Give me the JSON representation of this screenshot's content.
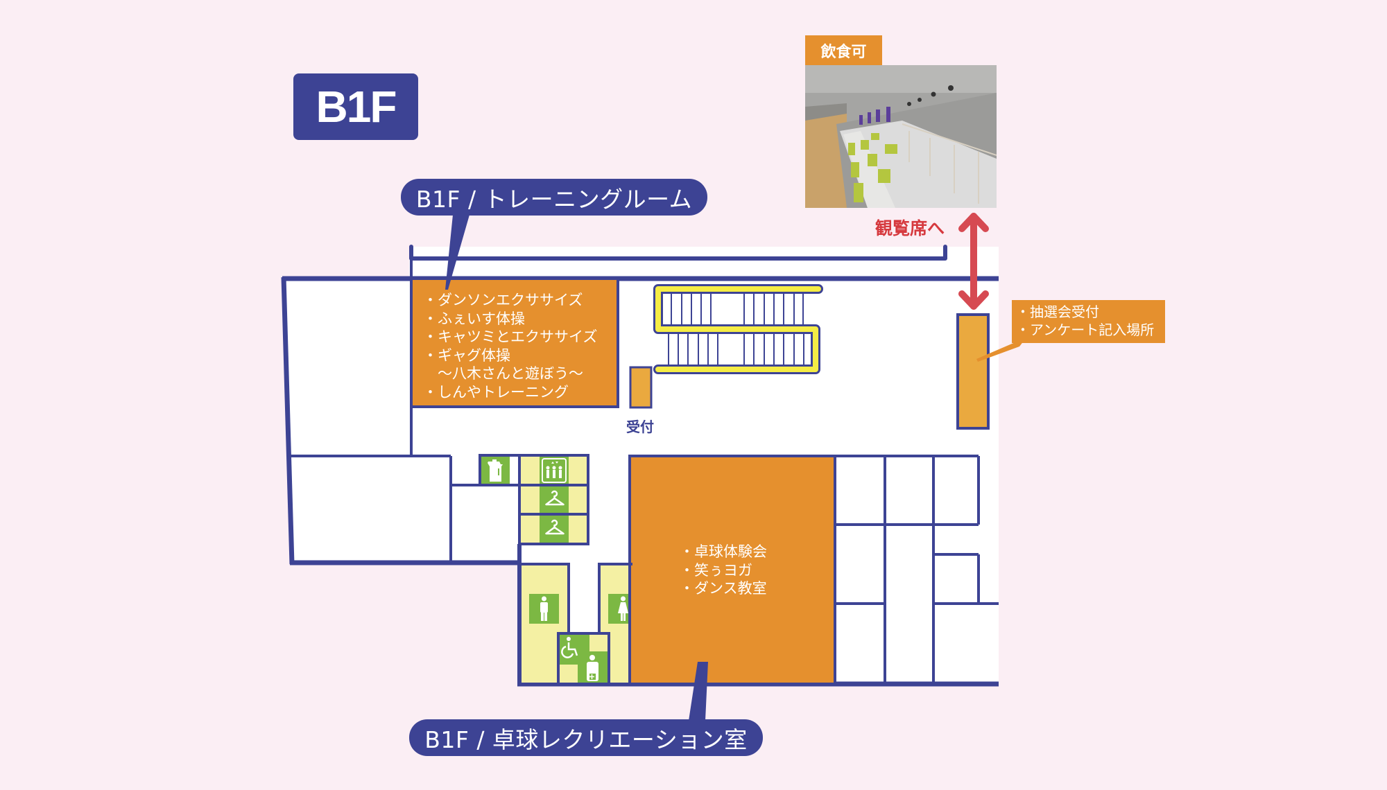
{
  "floor": {
    "badge": "B1F"
  },
  "labels": {
    "training_room": "B1F / トレーニングルーム",
    "pingpong_room": "B1F / 卓球レクリエーション室",
    "reception": "受付",
    "to_seats": "観覧席へ",
    "eating_allowed": "飲食可"
  },
  "training_room": {
    "items": [
      "・ダンソンエクササイズ",
      "・ふぇいす体操",
      "・キャツミとエクササイズ",
      "・ギャグ体操",
      "　〜八木さんと遊ぼう〜",
      "・しんやトレーニング"
    ]
  },
  "pingpong_room": {
    "items": [
      "・卓球体験会",
      "・笑ぅヨガ",
      "・ダンス教室"
    ]
  },
  "lottery_booth": {
    "items": [
      "・抽選会受付",
      "・アンケート記入場所"
    ]
  },
  "icons": [
    "kettle-icon",
    "elevator-icon",
    "coat-hanger-icon",
    "coat-hanger-icon",
    "mens-restroom-icon",
    "womens-restroom-icon",
    "accessible-restroom-icon",
    "ostomate-icon"
  ],
  "colors": {
    "background": "#fbeef4",
    "wall": "#3d4394",
    "room_orange": "#e5902e",
    "booth_orange": "#eaa93f",
    "restroom_yellow": "#f4f0a3",
    "icon_green": "#7cb843",
    "stair_rail": "#f5ec45",
    "arrow_red": "#d64a52"
  }
}
